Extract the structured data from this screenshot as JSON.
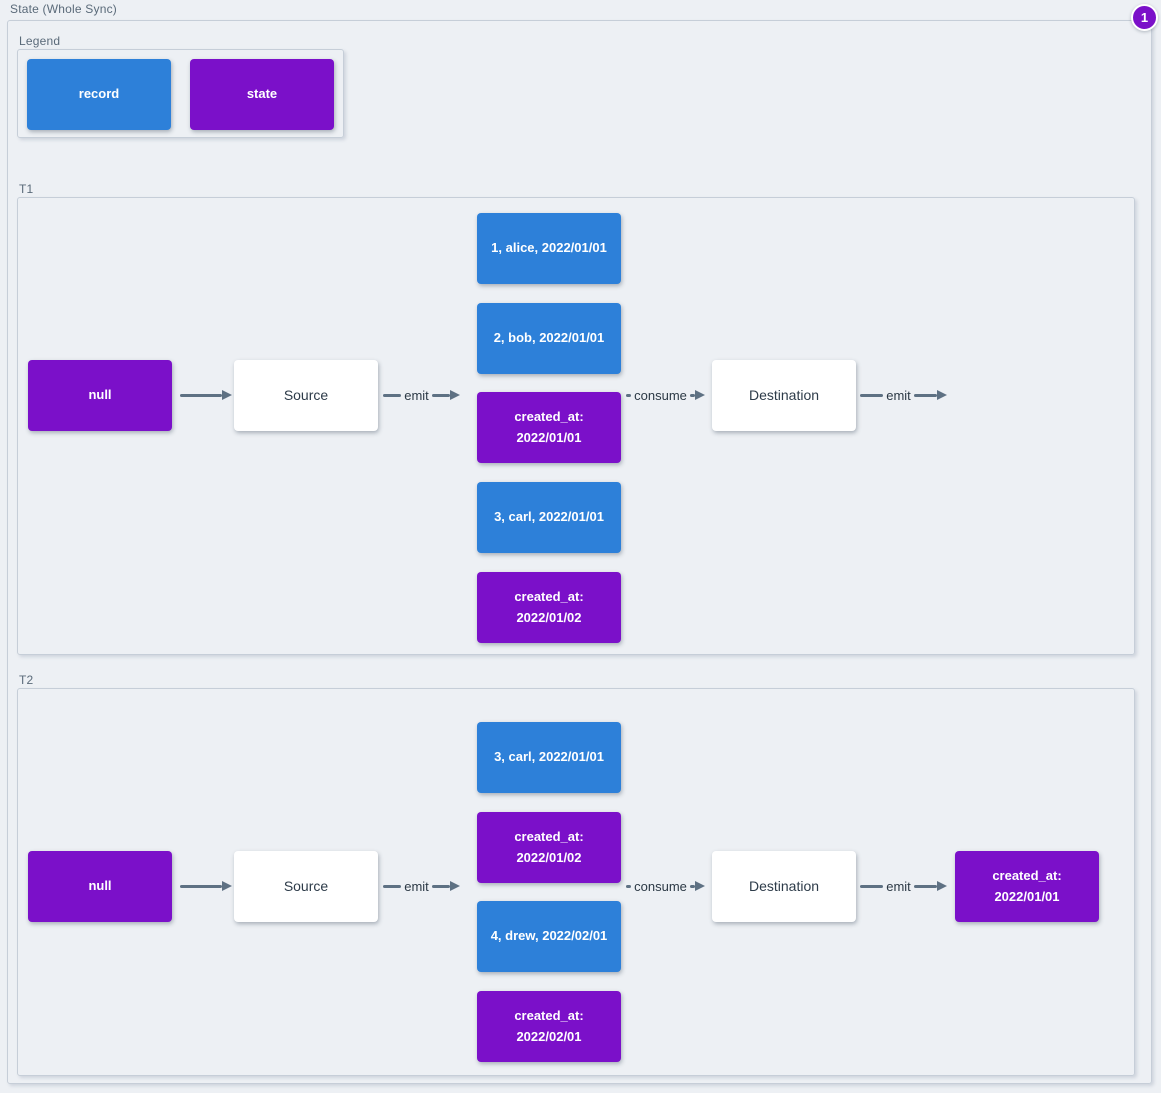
{
  "diagram": {
    "title": "State (Whole Sync)",
    "badge": "1"
  },
  "colors": {
    "record": "#2d80d9",
    "state": "#7b10c9",
    "canvas-bg": "#edf0f4",
    "node-bg": "#ffffff",
    "node-text": "#2d3b49",
    "line": "#5e7183",
    "link-text": "#2c3945",
    "border": "#c6ced8",
    "label": "#5a6a79"
  },
  "legend": {
    "label": "Legend",
    "items": [
      {
        "label": "record",
        "type": "record"
      },
      {
        "label": "state",
        "type": "state"
      }
    ]
  },
  "sections": [
    {
      "label": "T1",
      "null_node": "null",
      "source": "Source",
      "emit_source": "emit",
      "stack": [
        {
          "text": "1, alice, 2022/01/01",
          "type": "record"
        },
        {
          "text": "2, bob, 2022/01/01",
          "type": "record"
        },
        {
          "text": "created_at:\n2022/01/01",
          "type": "state"
        },
        {
          "text": "3, carl, 2022/01/01",
          "type": "record"
        },
        {
          "text": "created_at:\n2022/01/02",
          "type": "state"
        }
      ],
      "consume": "consume",
      "destination": "Destination",
      "emit_destination": "emit"
    },
    {
      "label": "T2",
      "null_node": "null",
      "source": "Source",
      "emit_source": "emit",
      "stack": [
        {
          "text": "3, carl, 2022/01/01",
          "type": "record"
        },
        {
          "text": "created_at:\n2022/01/02",
          "type": "state"
        },
        {
          "text": "4, drew, 2022/02/01",
          "type": "record"
        },
        {
          "text": "created_at:\n2022/02/01",
          "type": "state"
        }
      ],
      "consume": "consume",
      "destination": "Destination",
      "emit_destination": "emit",
      "result": {
        "text": "created_at:\n2022/01/01",
        "type": "state"
      }
    }
  ]
}
